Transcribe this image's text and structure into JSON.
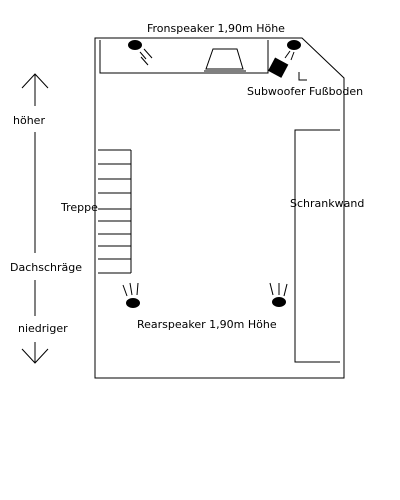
{
  "labels": {
    "front_speakers": "Fronspeaker 1,90m Höhe",
    "subwoofer": "Subwoofer Fußboden",
    "higher": "höher",
    "stairs": "Treppe",
    "wardrobe": "Schrankwand",
    "sloped_roof": "Dachschräge",
    "rear_speakers": "Rearspeaker 1,90m Höhe",
    "lower": "niedriger"
  },
  "icons": {
    "speaker": "speaker-icon",
    "subwoofer": "subwoofer-icon",
    "tv": "tv-icon",
    "arrow": "double-arrow-icon"
  }
}
